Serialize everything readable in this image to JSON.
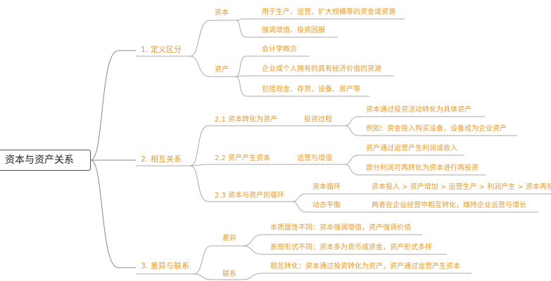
{
  "root": "资本与资产关系",
  "branches": [
    {
      "label": "1. 定义区分",
      "children": [
        {
          "label": "资本",
          "items": [
            "用于生产、运营、扩大规模等的资金或资源",
            "强调增值、投资回报"
          ]
        },
        {
          "label": "资产",
          "items": [
            "会计学概念",
            "企业或个人拥有的具有经济价值的资源",
            "包括现金、存货、设备、房产等"
          ]
        }
      ]
    },
    {
      "label": "2. 相互关系",
      "children": [
        {
          "label": "2.1 资本转化为资产",
          "sub": "投资过程",
          "items": [
            "资本通过投资活动转化为具体资产",
            "例如：资金投入购买设备，设备成为企业资产"
          ]
        },
        {
          "label": "2.2 资产产生资本",
          "sub": "运营与增值",
          "items": [
            "资产通过运营产生利润或收入",
            "部分利润可再转化为资本进行再投资"
          ]
        },
        {
          "label": "2.3 资本与资产的循环",
          "subs": [
            {
              "label": "资本循环",
              "item": "资本投入 > 资产增加 > 运营生产 > 利润产生 > 资本再投"
            },
            {
              "label": "动态平衡",
              "item": "两者在企业经营中相互转化，维持企业运营与增长"
            }
          ]
        }
      ]
    },
    {
      "label": "3. 差异与联系",
      "children": [
        {
          "label": "差异",
          "items": [
            "本质属性不同：资本强调增值，资产强调价值",
            "表现形式不同：资本多为货币或资金，资产形式多样"
          ]
        },
        {
          "label": "联系",
          "items": [
            "相互转化：资本通过投资转化为资产，资产通过运营产生资本"
          ]
        }
      ]
    }
  ]
}
